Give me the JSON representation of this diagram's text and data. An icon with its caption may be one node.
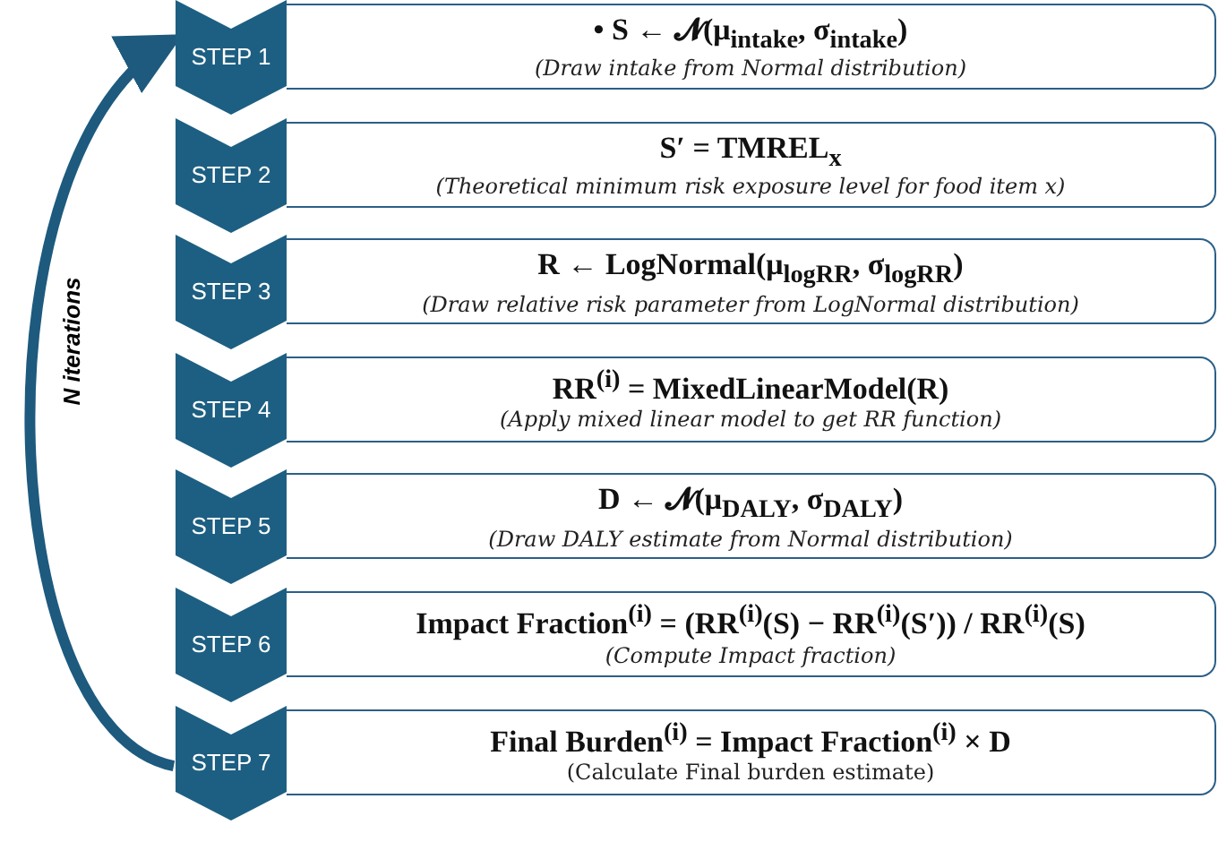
{
  "diagram": {
    "nodes": [
      {
        "text": [
          "STEP 1"
        ]
      },
      {
        "text": [
          "• S ← 𝓝(μ$_{intake}$, σ$_{intake}$)",
          "(Draw intake from Normal distribution)"
        ]
      },
      {
        "text": [
          "STEP 2"
        ]
      },
      {
        "text": [
          "S′ = TMREL$_{x}$",
          "(Theoretical minimum risk exposure level for food item x)"
        ]
      },
      {
        "text": [
          "STEP 3"
        ]
      },
      {
        "text": [
          "R ← LogNormal(μ$_{logRR}$, σ$_{logRR}$)",
          "(Draw relative risk parameter from LogNormal distribution)"
        ]
      },
      {
        "text": [
          "STEP 4"
        ]
      },
      {
        "text": [
          "RR$^{(i)}$ = MixedLinearModel(R)",
          "(Apply mixed linear model to get RR function)"
        ]
      },
      {
        "text": [
          "STEP 5"
        ]
      },
      {
        "text": [
          "D ← 𝓝(μ$_{DALY}$, σ$_{DALY}$)",
          "(Draw DALY estimate from Normal distribution)"
        ]
      },
      {
        "text": [
          "STEP 6"
        ]
      },
      {
        "text": [
          "Impact Fraction$^{(i)}$ = (RR$^{(i)}$(S) − RR$^{(i)}$(S′)) / RR$^{(i)}$(S)",
          "(Compute Impact fraction)"
        ]
      },
      {
        "text": [
          "STEP 7"
        ]
      },
      {
        "text": [
          "Final Burden$^{(i)}$ = Impact Fraction$^{(i)}$ × D",
          "(Calculate Final burden estimate)"
        ]
      }
    ],
    "edges": [
      {
        "from": 12,
        "to": 0,
        "arrow": "to",
        "label": "N iterations"
      }
    ]
  }
}
